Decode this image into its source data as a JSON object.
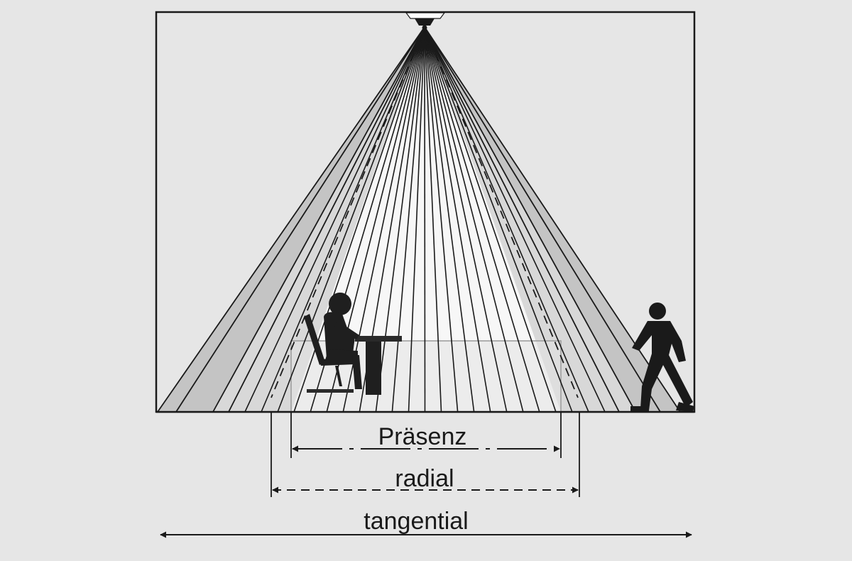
{
  "labels": {
    "presence": "Präsenz",
    "radial": "radial",
    "tangential": "tangential"
  },
  "icons": {
    "sensor": "ceiling-sensor-icon",
    "seated_person": "seated-person-icon",
    "walking_person": "walking-person-icon"
  },
  "colors": {
    "background": "#e6e6e6",
    "ink": "#1a1a1a",
    "inner_zone": "#f7f7f7",
    "outer_band": "#c4c4c4",
    "mid_band": "#d8d8d8"
  }
}
